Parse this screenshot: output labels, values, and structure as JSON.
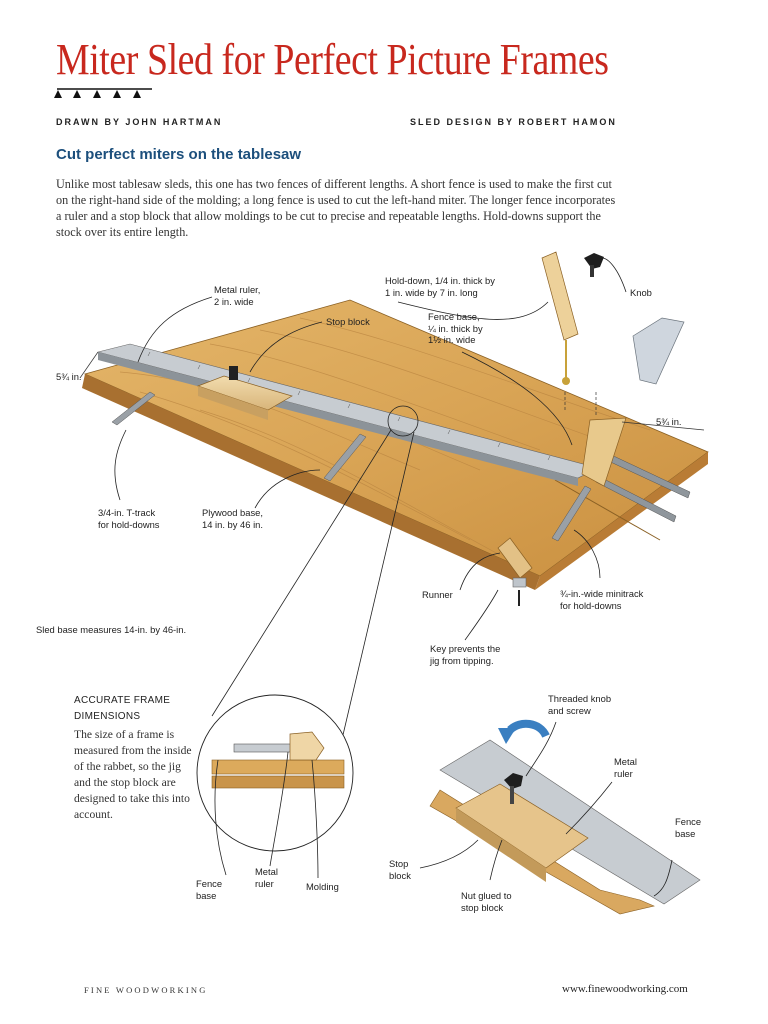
{
  "header": {
    "title": "Miter Sled for Perfect Picture Frames",
    "drawn_by": "DRAWN BY JOHN HARTMAN",
    "design_by": "SLED DESIGN BY ROBERT HAMON"
  },
  "article": {
    "subhead": "Cut perfect miters on the tablesaw",
    "intro": "Unlike most tablesaw sleds, this one has two fences of different lengths. A short fence is used to make the first cut on the right-hand side of the molding; a long fence is used to cut the left-hand miter. The longer fence incorporates a ruler and a stop block that allow moldings to be cut to precise and repeatable lengths. Hold-downs support the stock over its entire length."
  },
  "main_diagram": {
    "labels": {
      "metal_ruler": [
        "Metal ruler,",
        "2 in. wide"
      ],
      "stop_block": "Stop block",
      "hold_down": [
        "Hold-down, 1/4 in. thick by",
        "1 in. wide by 7 in. long"
      ],
      "knob": "Knob",
      "fence_base": [
        "Fence base,",
        "¼ in. thick by",
        "1½ in. wide"
      ],
      "dim_left": "5¾ in.",
      "dim_right": "5¾ in.",
      "t_track": [
        "3/4-in. T-track",
        "for hold-downs"
      ],
      "plywood_base": [
        "Plywood base,",
        "14 in. by 46 in."
      ],
      "runner": "Runner",
      "minitrack": [
        "¾-in.-wide minitrack",
        "for hold-downs"
      ],
      "sled_measure": "Sled base measures 14-in. by 46-in.",
      "key": [
        "Key prevents the",
        "jig from tipping."
      ]
    }
  },
  "sidebar": {
    "heading": [
      "ACCURATE FRAME",
      "DIMENSIONS"
    ],
    "body": "The size of a frame is measured from the inside of the rabbet, so the jig and the stop block are designed to take this into account."
  },
  "detail_left": {
    "labels": {
      "fence_base": [
        "Fence",
        "base"
      ],
      "metal_ruler": [
        "Metal",
        "ruler"
      ],
      "molding": "Molding"
    }
  },
  "detail_right": {
    "labels": {
      "threaded_knob": [
        "Threaded knob",
        "and screw"
      ],
      "metal_ruler": [
        "Metal",
        "ruler"
      ],
      "fence_base": [
        "Fence",
        "base"
      ],
      "stop_block": [
        "Stop",
        "block"
      ],
      "nut": [
        "Nut glued to",
        "stop block"
      ]
    }
  },
  "footer": {
    "left": "FINE WOODWORKING",
    "right": "www.finewoodworking.com"
  },
  "colors": {
    "title_red": "#c8281e",
    "subhead_blue": "#1c4f7c",
    "wood": "#dcaa5c",
    "wood_dark": "#b8853c",
    "ruler": "#d9dde2"
  }
}
